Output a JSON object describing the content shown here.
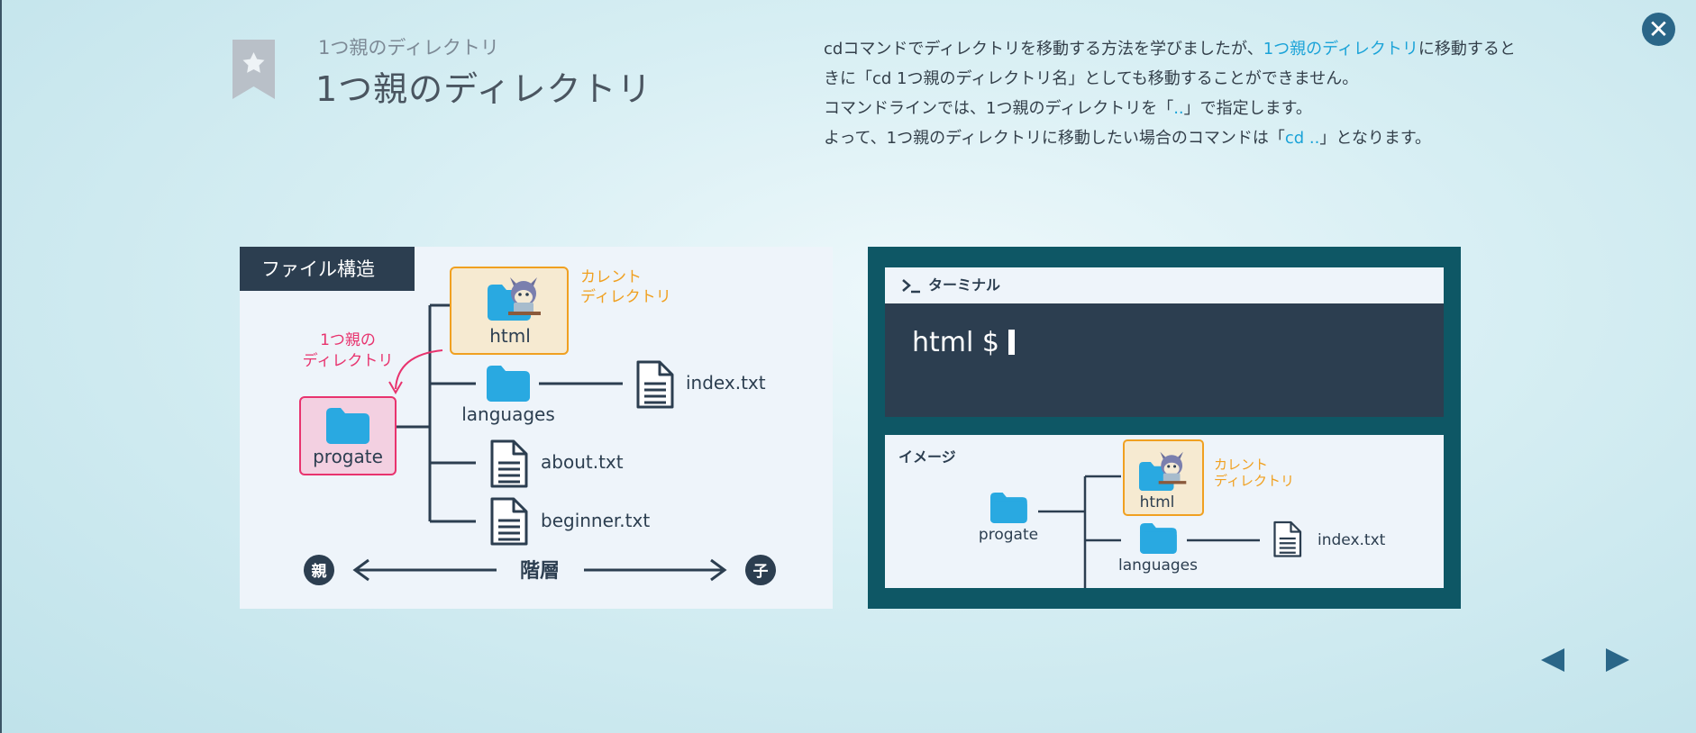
{
  "header": {
    "subtitle": "1つ親のディレクトリ",
    "title": "1つ親のディレクトリ"
  },
  "description": {
    "line1_pre": "cdコマンドでディレクトリを移動する方法を学びましたが、",
    "line1_hl": "1つ親のディレクトリ",
    "line1_post": "に移動すると",
    "line2": "きに「cd 1つ親のディレクトリ名」としても移動することができません。",
    "line3_pre": "コマンドラインでは、1つ親のディレクトリを「",
    "line3_hl": "..",
    "line3_post": "」で指定します。",
    "line4_pre": "よって、1つ親のディレクトリに移動したい場合のコマンドは「",
    "line4_hl": "cd ..",
    "line4_post": "」となります。"
  },
  "file_structure": {
    "tab_label": "ファイル構造",
    "current_label_1": "カレント",
    "current_label_2": "ディレクトリ",
    "parent_label_1": "1つ親の",
    "parent_label_2": "ディレクトリ",
    "root_folder": "progate",
    "html_folder": "html",
    "languages_folder": "languages",
    "index_file": "index.txt",
    "about_file": "about.txt",
    "beginner_file": "beginner.txt",
    "axis_parent": "親",
    "axis_label": "階層",
    "axis_child": "子"
  },
  "terminal": {
    "header_label": "ターミナル",
    "prompt": "html $"
  },
  "image_panel": {
    "label": "イメージ",
    "current_label_1": "カレント",
    "current_label_2": "ディレクトリ",
    "root_folder": "progate",
    "html_folder": "html",
    "languages_folder": "languages",
    "index_file": "index.txt"
  },
  "colors": {
    "accent": "#1ba3d8",
    "folder": "#29a9e1",
    "current_orange": "#f0a020",
    "parent_pink": "#e8336e",
    "dark": "#2c3e50"
  },
  "icons": {
    "close": "close-icon",
    "prev": "prev-arrow-icon",
    "next": "next-arrow-icon",
    "bookmark": "star-bookmark-icon"
  }
}
